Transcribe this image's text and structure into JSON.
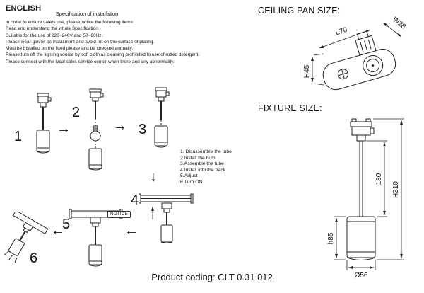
{
  "doc": {
    "language": "ENGLISH",
    "spec_title": "Specification of installation",
    "spec_lines": [
      "In order to ensure safety use, please notice the following items:",
      "Read and understand the whole Specification.",
      "Suitable for the use of 220~240V and 50~60Hz.",
      "Please wear gloves as installment and avoid rot on the surface of plating.",
      "Must be installed on the fixed please and be checked annually.",
      "Please turn off the lighting source by soft cloth as cleaning prohibited to use of rotted detergent.",
      "Please connect with the local sales service center when there and any abnormality."
    ],
    "product_coding": "Product coding: CLT 0.31 012"
  },
  "ceiling_pan": {
    "title": "CEILING PAN SIZE:",
    "dims": {
      "length": "L70",
      "width": "W28",
      "height": "H45"
    }
  },
  "fixture": {
    "title": "FIXTURE SIZE:",
    "dims": {
      "rod": "180",
      "overall": "H310",
      "shade_height": "h85",
      "diameter": "Ø56"
    }
  },
  "steps": {
    "numbers": [
      "1",
      "2",
      "3",
      "4",
      "5",
      "6"
    ],
    "list": [
      "1. Disassemble the tube",
      "2.Install the bulb",
      "3.Assemble the tube",
      "4.Install into the track",
      "5.Adjust",
      "6.Turn ON"
    ],
    "notice": "NOTICE"
  },
  "icons": {
    "arrow_right": "→",
    "arrow_down": "↓",
    "arrow_left": "←"
  }
}
